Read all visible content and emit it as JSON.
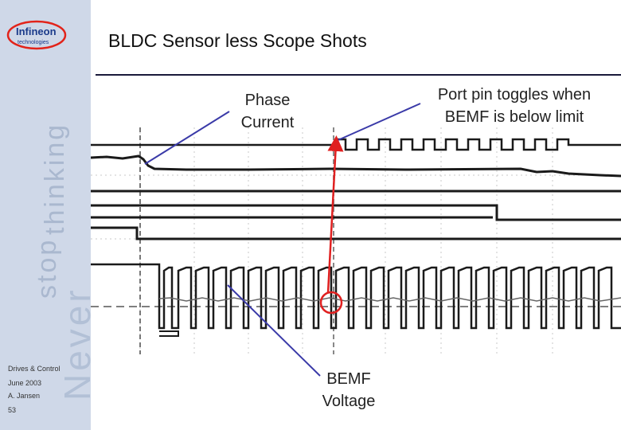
{
  "slide": {
    "title": "BLDC Sensor less Scope Shots",
    "brand": {
      "logo_text": "Infineon",
      "logo_sub": "technologies",
      "tagline_words": [
        "Never",
        "stop",
        "thinking"
      ]
    },
    "footer": {
      "department": "Drives & Control",
      "date": "June 2003",
      "author": "A. Jansen",
      "page_number": "53"
    }
  },
  "annotations": {
    "phase_current": [
      "Phase",
      "Current"
    ],
    "port_pin": [
      "Port pin toggles when",
      "BEMF is below limit"
    ],
    "bemf_voltage": [
      "BEMF",
      "Voltage"
    ]
  },
  "colors": {
    "sidebar": "#cfd8e8",
    "arrow_blue": "#3a3aa8",
    "arrow_red": "#e02020",
    "trace": "#1a1a1a"
  }
}
